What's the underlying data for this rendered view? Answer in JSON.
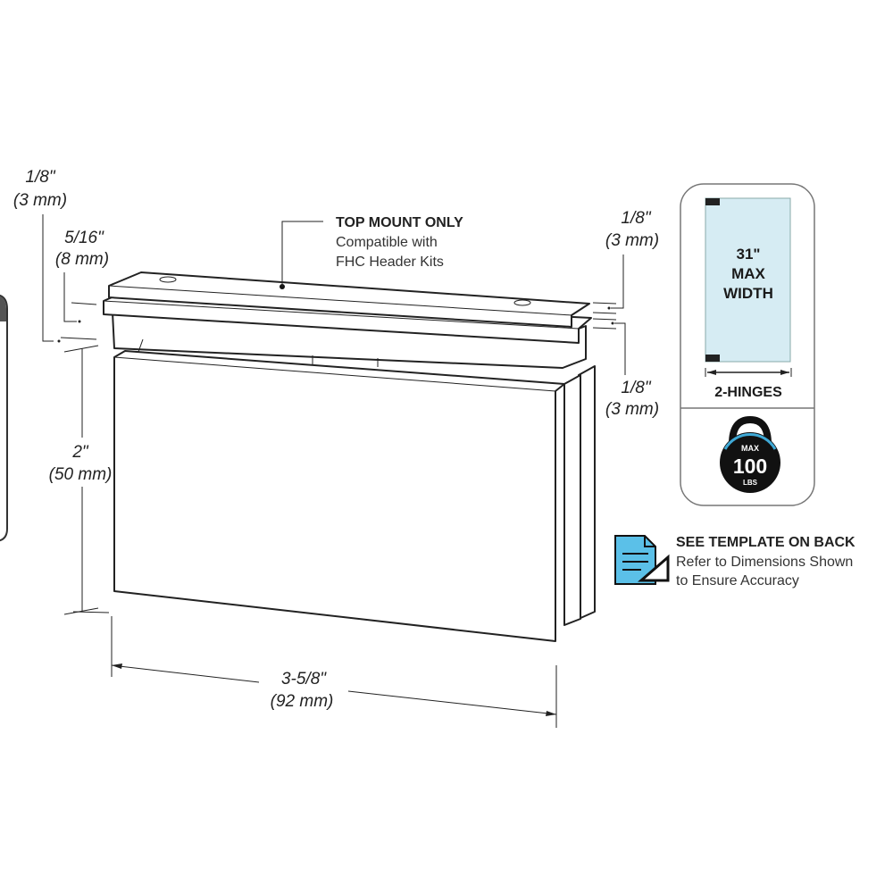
{
  "callout": {
    "title": "TOP MOUNT ONLY",
    "line1": "Compatible with",
    "line2": "FHC Header Kits"
  },
  "dimensions": {
    "left_top": {
      "in": "1/8\"",
      "mm": "(3 mm)"
    },
    "left_mid": {
      "in": "5/16\"",
      "mm": "(8 mm)"
    },
    "height": {
      "in": "2\"",
      "mm": "(50 mm)"
    },
    "width": {
      "in": "3-5/8\"",
      "mm": "(92 mm)"
    },
    "right_top": {
      "in": "1/8\"",
      "mm": "(3 mm)"
    },
    "right_bottom": {
      "in": "1/8\"",
      "mm": "(3 mm)"
    }
  },
  "spec_card": {
    "width_value": "31\"",
    "width_label1": "MAX",
    "width_label2": "WIDTH",
    "hinges": "2-HINGES",
    "weight_top": "MAX",
    "weight_value": "100",
    "weight_unit": "LBS",
    "glass_color": "#d6ecf3",
    "accent_color": "#3fa9d6"
  },
  "template_note": {
    "title": "SEE TEMPLATE ON BACK",
    "line1": "Refer to Dimensions Shown",
    "line2": "to Ensure Accuracy",
    "icon_color": "#5bc0e8"
  }
}
